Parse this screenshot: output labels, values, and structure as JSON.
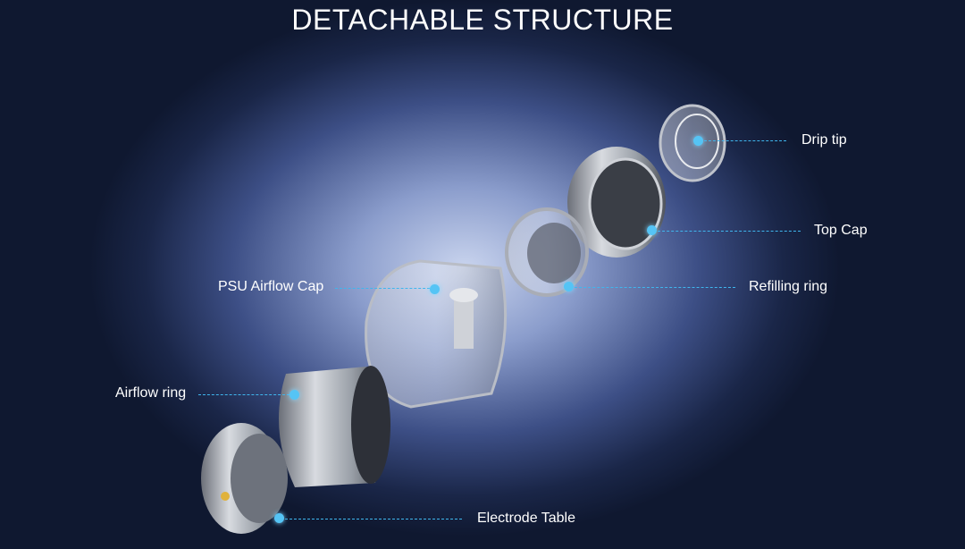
{
  "title": "DETACHABLE STRUCTURE",
  "labels": {
    "drip_tip": "Drip tip",
    "top_cap": "Top Cap",
    "refilling_ring": "Refilling ring",
    "psu_airflow_cap": "PSU Airflow Cap",
    "airflow_ring": "Airflow ring",
    "electrode_table": "Electrode Table"
  },
  "colors": {
    "accent": "#3fb6ee",
    "text": "#ffffff"
  }
}
